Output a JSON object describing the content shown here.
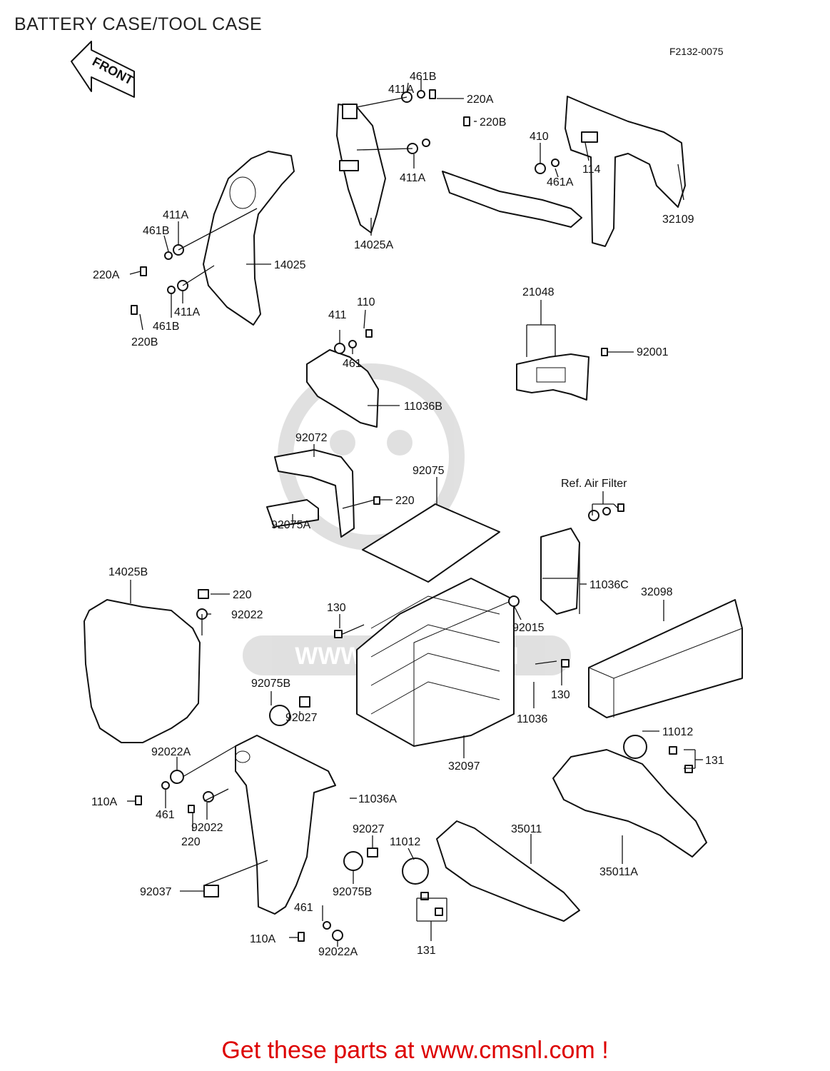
{
  "title": "BATTERY CASE/TOOL CASE",
  "drawing_code": "F2132-0075",
  "front_marker": "FRONT",
  "watermark": "WWW.CMSNL.COM",
  "footer": "Get these parts at www.cmsnl.com !",
  "labels": [
    "461B",
    "411A",
    "220A",
    "220B",
    "410",
    "114",
    "461A",
    "411A",
    "32109",
    "14025A",
    "411A",
    "461B",
    "14025",
    "220A",
    "461B",
    "411A",
    "220B",
    "110",
    "411",
    "461",
    "11036B",
    "21048",
    "92001",
    "92072",
    "92075",
    "220",
    "92075A",
    "Ref. Air Filter",
    "11036C",
    "14025B",
    "220",
    "92022",
    "130",
    "92015",
    "32098",
    "130",
    "11036",
    "92075B",
    "92027",
    "32097",
    "92022A",
    "11012",
    "131",
    "110A",
    "461",
    "92022",
    "220",
    "11036A",
    "92027",
    "35011",
    "11012",
    "35011A",
    "92037",
    "92075B",
    "461",
    "110A",
    "92022A",
    "131"
  ]
}
